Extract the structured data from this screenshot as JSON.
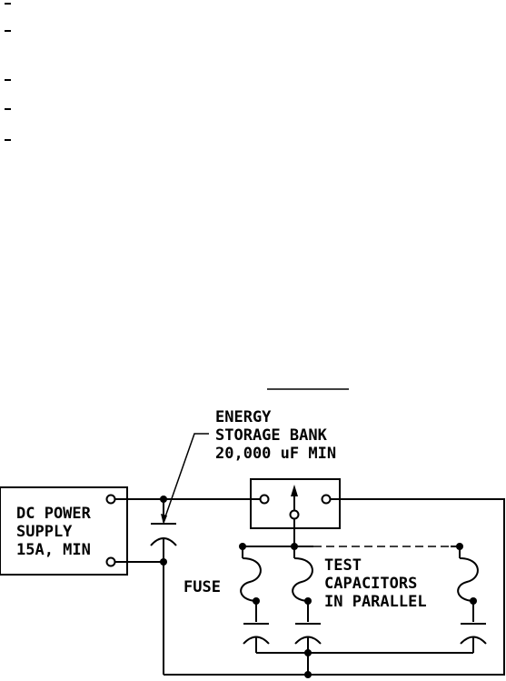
{
  "labels": {
    "energy_storage": [
      "ENERGY",
      "STORAGE BANK",
      "20,000 uF MIN"
    ],
    "power_supply": [
      "DC POWER",
      "SUPPLY",
      "15A, MIN"
    ],
    "fuse": "FUSE",
    "test_caps": [
      "TEST",
      "CAPACITORS",
      "IN PARALLEL"
    ]
  }
}
